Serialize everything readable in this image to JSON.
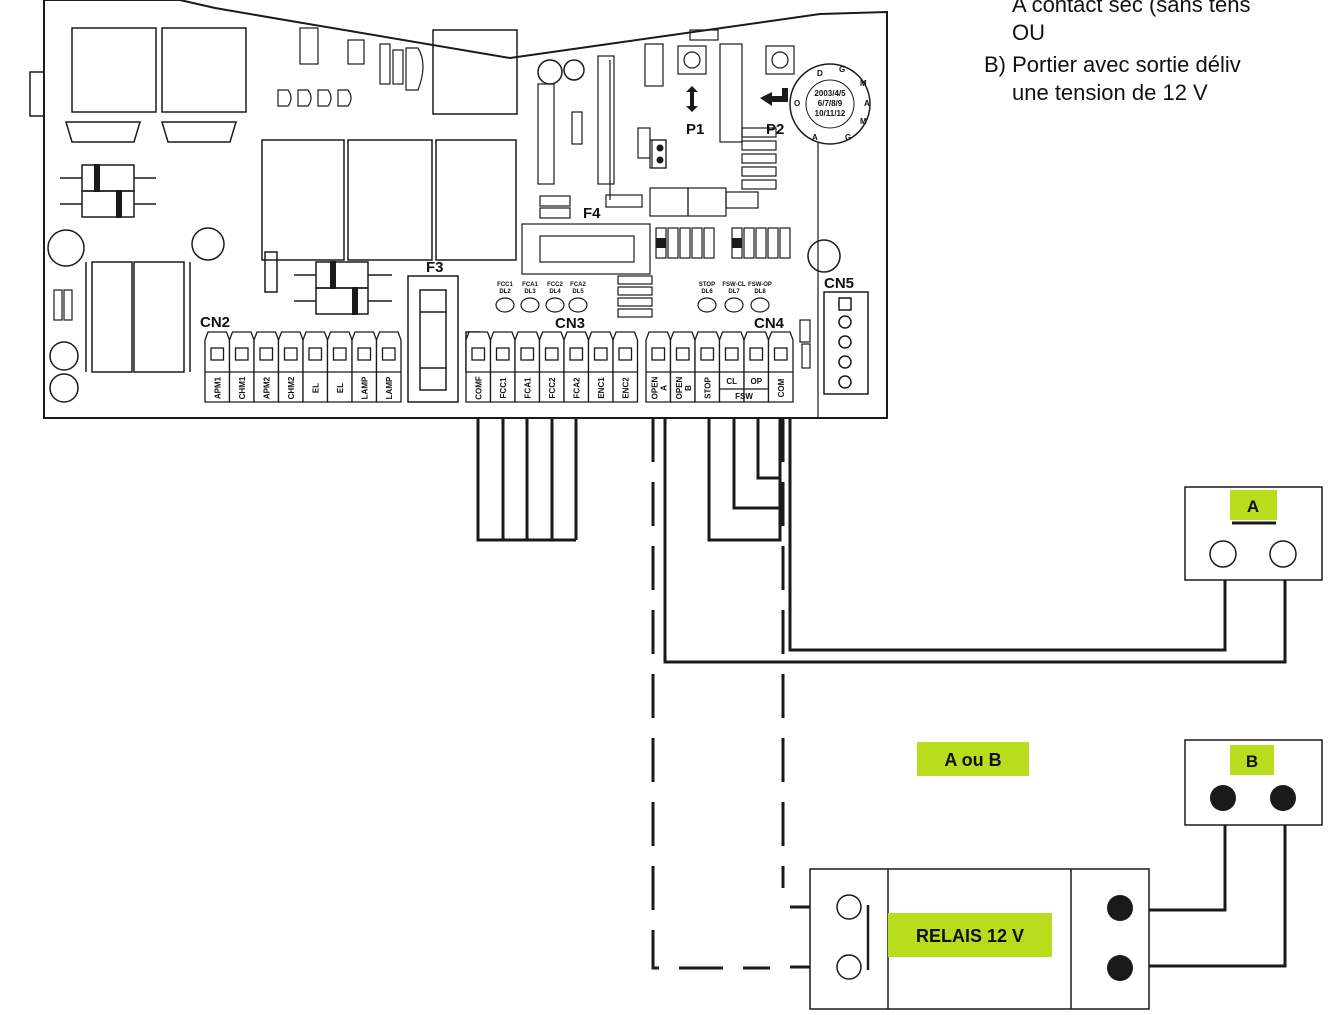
{
  "notes": {
    "line1": "A contact sec (sans tens",
    "line2": "OU",
    "line3": "B) Portier avec sortie déliv",
    "line4": "une tension de 12 V"
  },
  "board": {
    "trimmers": [
      "P1",
      "P2"
    ],
    "fuses": [
      "F3",
      "F4"
    ],
    "connectors": [
      "CN2",
      "CN3",
      "CN4",
      "CN5"
    ],
    "dial_lines": [
      "2003/4/5",
      "6/7/8/9",
      "10/11/12"
    ],
    "dial_letters": [
      "D",
      "G",
      "M",
      "A",
      "M",
      "G",
      "A",
      "O"
    ],
    "leds": [
      {
        "name": "FCC1",
        "code": "DL2"
      },
      {
        "name": "FCA1",
        "code": "DL3"
      },
      {
        "name": "FCC2",
        "code": "DL4"
      },
      {
        "name": "FCA2",
        "code": "DL5"
      },
      {
        "name": "STOP",
        "code": "DL6"
      },
      {
        "name": "FSW-CL",
        "code": "DL7"
      },
      {
        "name": "FSW-OP",
        "code": "DL8"
      }
    ],
    "cn2_pins": [
      "APM1",
      "CHM1",
      "APM2",
      "CHM2",
      "EL",
      "EL",
      "LAMP",
      "LAMP"
    ],
    "cn3_pins": [
      "COMF",
      "FCC1",
      "FCA1",
      "FCC2",
      "FCA2",
      "ENC1",
      "ENC2"
    ],
    "cn4_pins": [
      {
        "top": "OPEN",
        "bottom": "A"
      },
      {
        "top": "OPEN",
        "bottom": "B"
      },
      {
        "top": "STOP",
        "bottom": ""
      },
      {
        "top": "CL",
        "bottom": ""
      },
      {
        "top": "OP",
        "bottom": ""
      },
      {
        "top": "COM",
        "bottom": ""
      }
    ],
    "fsw_label": "FSW"
  },
  "tags": {
    "a": "A",
    "b": "B",
    "a_or_b": "A ou B",
    "relay": "RELAIS 12 V"
  },
  "colors": {
    "line": "#1a1a1a",
    "tag_fill": "#b9dc1c",
    "board_fill": "#ffffff"
  }
}
